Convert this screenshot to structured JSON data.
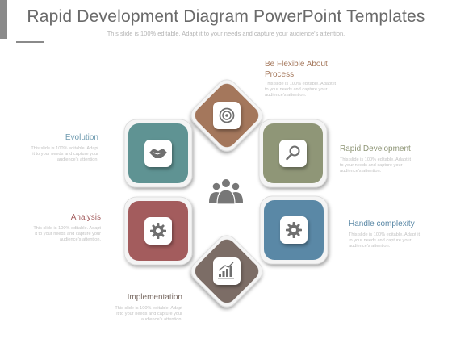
{
  "header": {
    "title": "Rapid Development Diagram PowerPoint Templates",
    "subtitle": "This slide is 100% editable. Adapt it to your needs and capture your audience's attention."
  },
  "colors": {
    "brown": "#a4775b",
    "olive": "#8f9677",
    "blue": "#5a88a6",
    "taupe": "#7b6d66",
    "red": "#a35c5d",
    "teal": "#5e9393",
    "heading": "#6f9bb0"
  },
  "items": [
    {
      "id": "flexible",
      "title": "Be Flexible About Process",
      "title_lines": [
        "Be Flexible About",
        "Process"
      ],
      "body_lines": [
        "This slide is 100% editable. Adapt it",
        "to your needs and capture your",
        "audience's attention."
      ],
      "icon": "target-icon"
    },
    {
      "id": "rapid",
      "title": "Rapid Development",
      "body_lines": [
        "This slide is 100% editable. Adapt it",
        "to your needs and capture your",
        "audience's attention."
      ],
      "icon": "magnifier-icon"
    },
    {
      "id": "complexity",
      "title": "Handle complexity",
      "body_lines": [
        "This slide is 100% editable. Adapt it",
        "to your needs and capture your",
        "audience's attention."
      ],
      "icon": "gear-icon"
    },
    {
      "id": "implementation",
      "title": "Implementation",
      "body_lines": [
        "This slide is 100% editable. Adapt",
        "it to your needs and capture your",
        "audience's attention."
      ],
      "icon": "bar-chart-icon"
    },
    {
      "id": "analysis",
      "title": "Analysis",
      "body_lines": [
        "This slide is 100% editable. Adapt",
        "it to your needs and capture your",
        "audience's attention."
      ],
      "icon": "gear-icon"
    },
    {
      "id": "evolution",
      "title": "Evolution",
      "body_lines": [
        "This slide is 100% editable. Adapt",
        "it to your needs and capture your",
        "audience's attention."
      ],
      "icon": "handshake-icon"
    }
  ],
  "center": {
    "icon": "team-icon"
  }
}
